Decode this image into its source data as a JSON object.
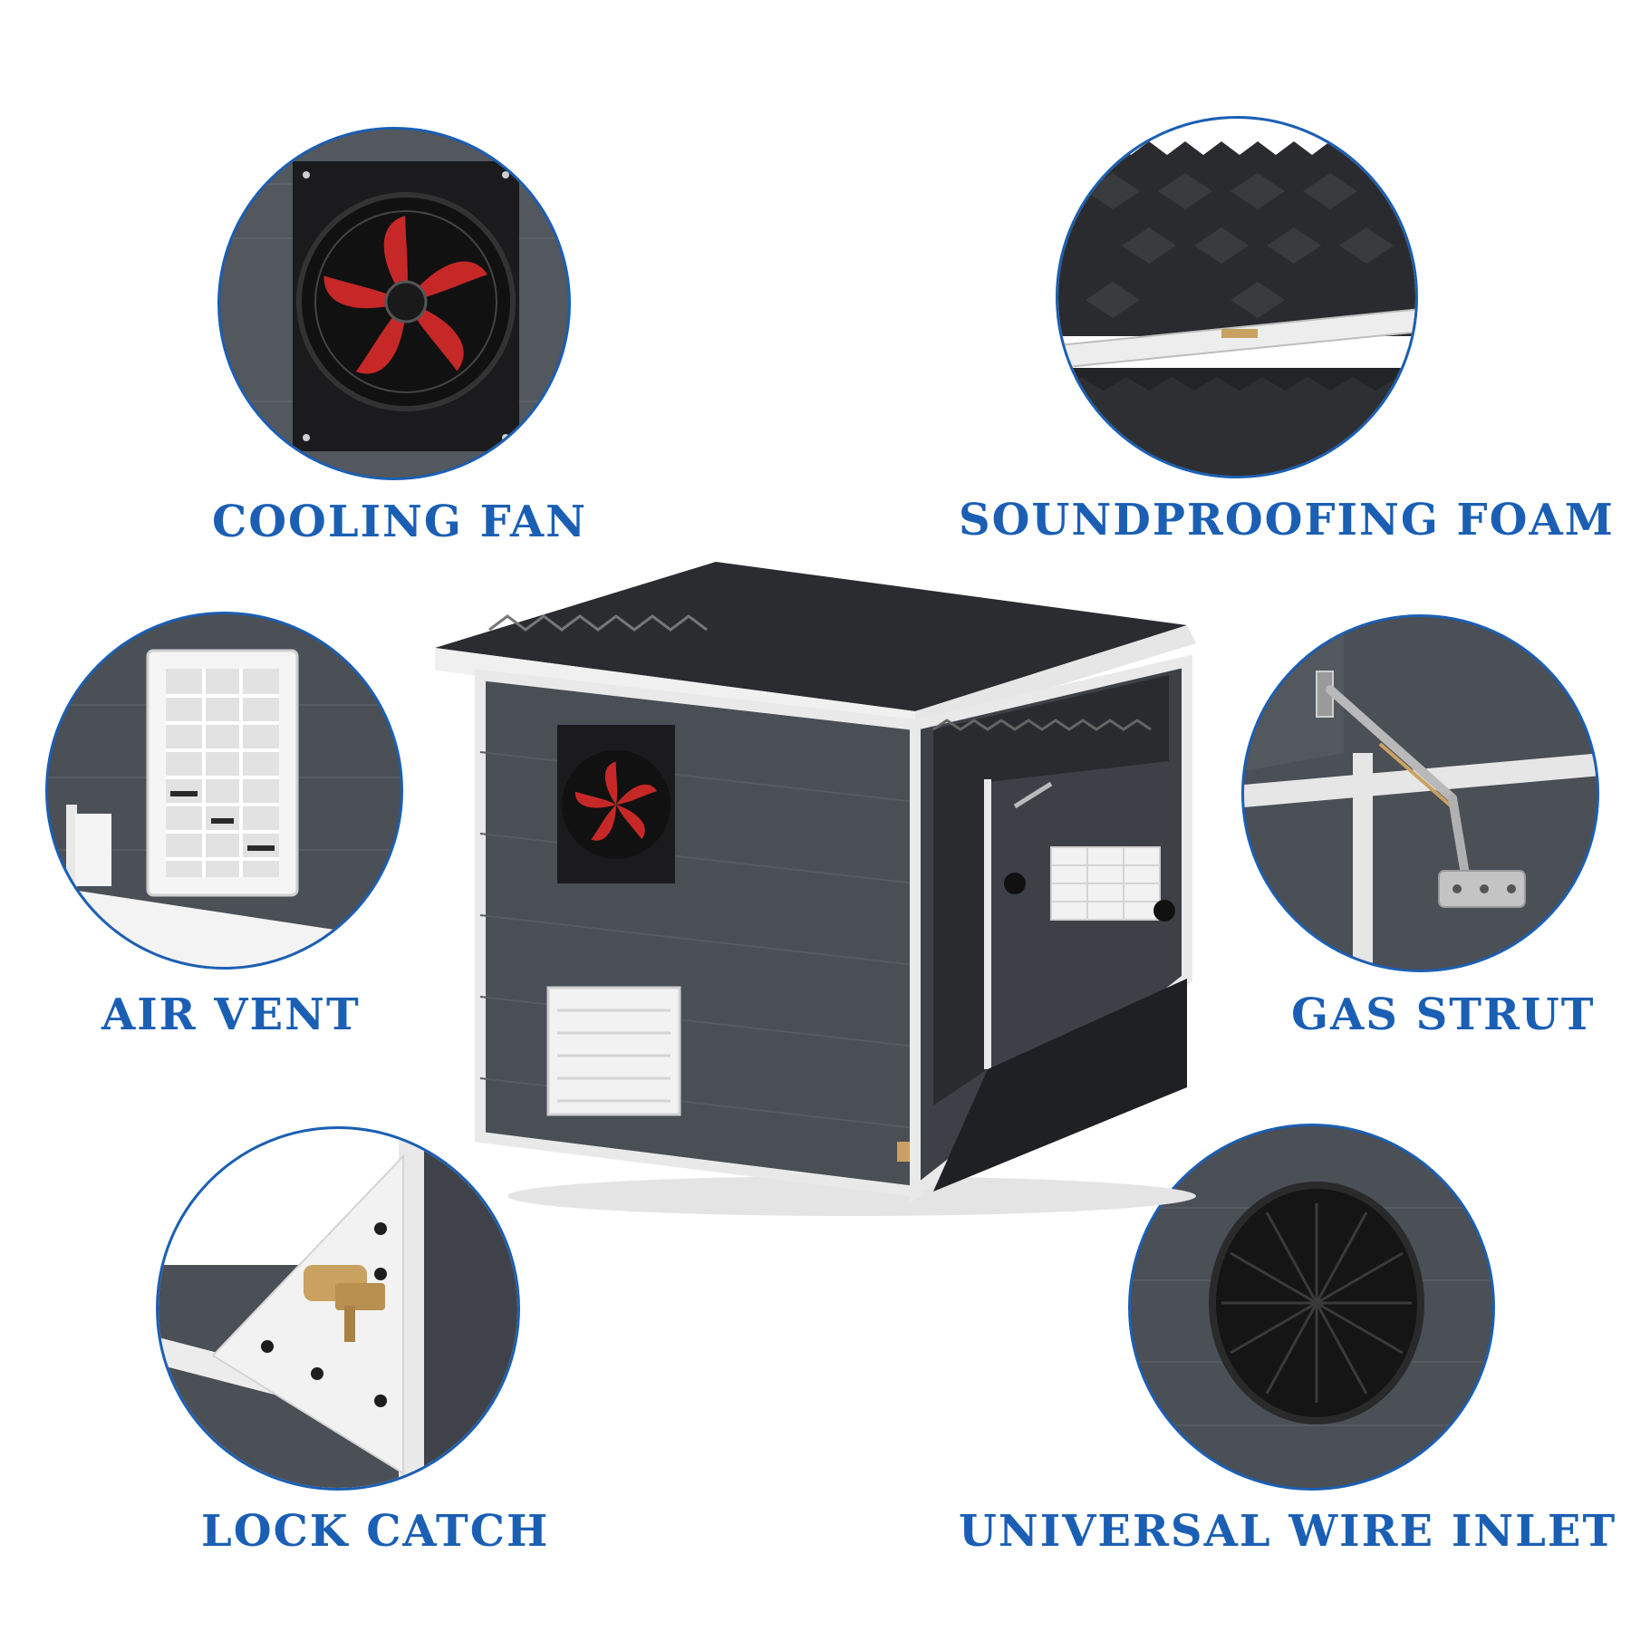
{
  "features": {
    "cooling_fan": {
      "label": "COOLING FAN",
      "icon": "cooling-fan-icon"
    },
    "soundproofing_foam": {
      "label": "SOUNDPROOFING FOAM",
      "icon": "soundproofing-foam-icon"
    },
    "air_vent": {
      "label": "AIR VENT",
      "icon": "air-vent-icon"
    },
    "gas_strut": {
      "label": "GAS STRUT",
      "icon": "gas-strut-icon"
    },
    "lock_catch": {
      "label": "LOCK CATCH",
      "icon": "lock-catch-icon"
    },
    "universal_wire_inlet": {
      "label": "UNIVERSAL WIRE INLET",
      "icon": "wire-inlet-icon"
    }
  },
  "colors": {
    "label_blue": "#1a5fb4",
    "panel_gray": "#4b4f56",
    "frame_white": "#e9ecef",
    "fan_red": "#c62828"
  }
}
